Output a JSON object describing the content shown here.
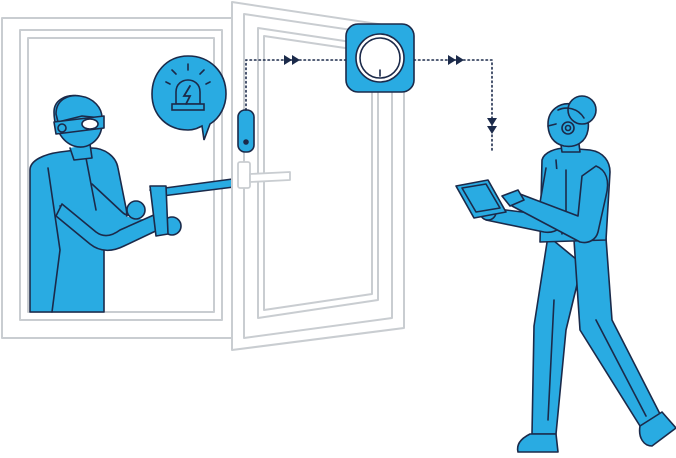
{
  "illustration": {
    "kind": "window intrusion alert scenario",
    "elements": [
      "window-frame",
      "open-window-sash",
      "burglar-figure",
      "crowbar",
      "alarm-speech-bubble",
      "window-contact-sensor",
      "smart-hub-device",
      "signal-path",
      "homeowner-figure",
      "tablet"
    ]
  },
  "icons": {
    "alarm": "siren-lightning-icon",
    "hub": "hub-dial-icon",
    "arrow": "double-arrow-icon"
  },
  "colors": {
    "accent": "#29ABE2",
    "outline": "#1B2A4A",
    "frame": "#FFFFFF",
    "frame_stroke": "#D0D3D6",
    "skin": "#29ABE2"
  }
}
